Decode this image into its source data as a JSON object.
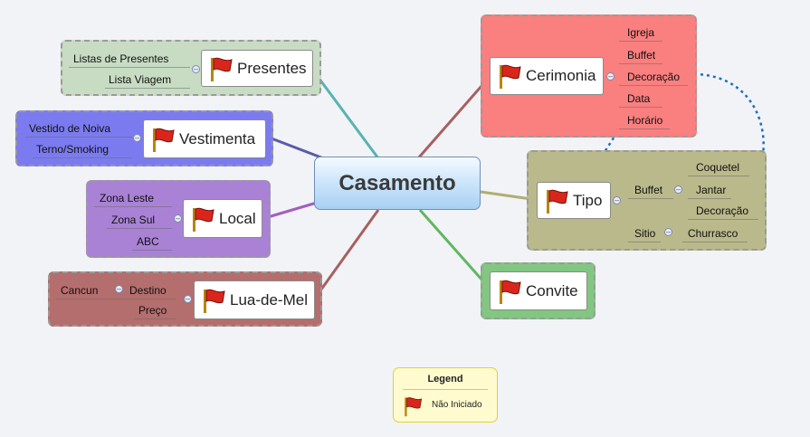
{
  "central": "Casamento",
  "topics": {
    "presentes": {
      "label": "Presentes",
      "items": [
        "Listas de Presentes",
        "Lista Viagem"
      ]
    },
    "vestimenta": {
      "label": "Vestimenta",
      "items": [
        "Vestido de Noiva",
        "Terno/Smoking"
      ]
    },
    "local": {
      "label": "Local",
      "items": [
        "Zona Leste",
        "Zona Sul",
        "ABC"
      ]
    },
    "lua": {
      "label": "Lua-de-Mel",
      "items": [
        "Cancun",
        "Destino",
        "Preço"
      ]
    },
    "cerimonia": {
      "label": "Cerimonia",
      "items": [
        "Igreja",
        "Buffet",
        "Decoração",
        "Data",
        "Horário"
      ]
    },
    "tipo": {
      "label": "Tipo",
      "buffet": "Buffet",
      "buffet_items": [
        "Coquetel",
        "Jantar",
        "Decoração"
      ],
      "sitio": "Sitio",
      "sitio_items": [
        "Churrasco"
      ]
    },
    "convite": {
      "label": "Convite"
    }
  },
  "legend": {
    "title": "Legend",
    "item": "Não Iniciado"
  },
  "colors": {
    "presentes": "#c7dcc3",
    "vestimenta": "#7b7bef",
    "local": "#a982d6",
    "lua": "#b46e6d",
    "cerimonia": "#fa7f7f",
    "tipo": "#bab98b",
    "convite": "#82c682"
  },
  "icons": {
    "task": "red-flag-icon"
  }
}
